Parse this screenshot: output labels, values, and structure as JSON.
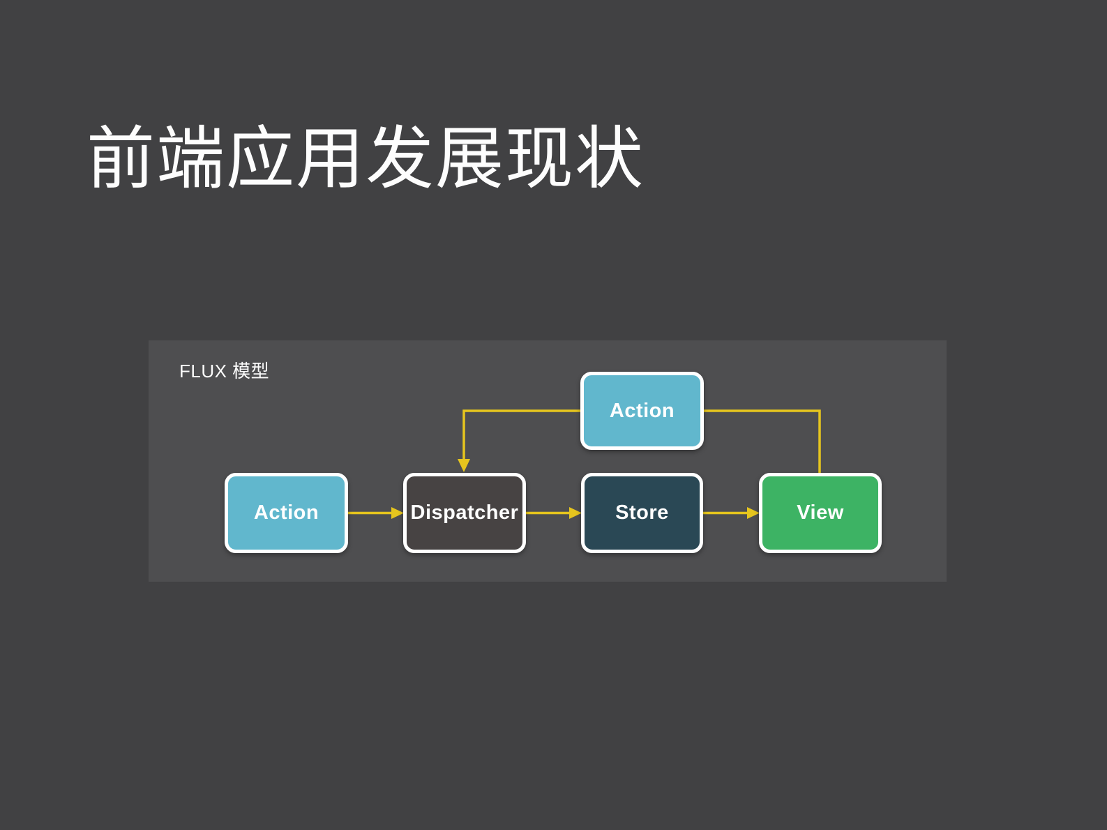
{
  "slide": {
    "title": "前端应用发展现状",
    "background": "#414143"
  },
  "diagram": {
    "label": "FLUX 模型",
    "panel_background": "#4e4e50",
    "connector_color": "#e6c51e",
    "node_border_color": "#ffffff",
    "node_text_color": "#ffffff",
    "nodes": [
      {
        "id": "action-top",
        "label": "Action",
        "color": "#61b7cd"
      },
      {
        "id": "action",
        "label": "Action",
        "color": "#61b7cd"
      },
      {
        "id": "dispatcher",
        "label": "Dispatcher",
        "color": "#474343"
      },
      {
        "id": "store",
        "label": "Store",
        "color": "#2a4855"
      },
      {
        "id": "view",
        "label": "View",
        "color": "#3db364"
      }
    ],
    "connections": [
      {
        "from": "action",
        "to": "dispatcher",
        "arrowhead": true
      },
      {
        "from": "dispatcher",
        "to": "store",
        "arrowhead": true
      },
      {
        "from": "store",
        "to": "view",
        "arrowhead": true
      },
      {
        "from": "action-top",
        "to": "dispatcher",
        "arrowhead": true
      },
      {
        "from": "view",
        "to": "action-top",
        "arrowhead": false
      }
    ]
  }
}
